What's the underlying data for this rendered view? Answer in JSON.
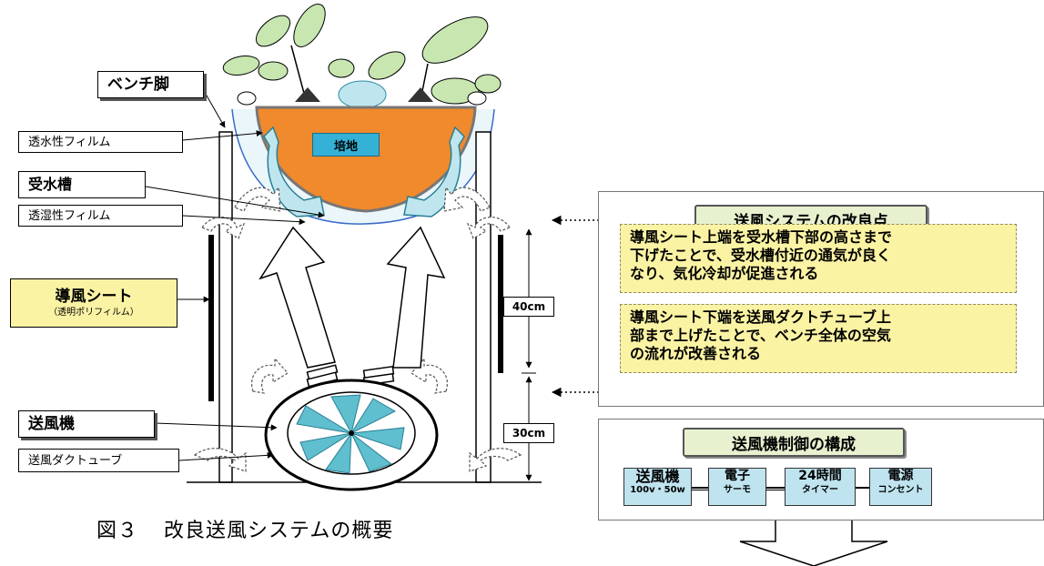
{
  "diagram": {
    "labels": {
      "bench_leg": "ベンチ脚",
      "permeable_film": "透水性フィルム",
      "water_tank": "受水槽",
      "moisture_film": "透湿性フィルム",
      "guide_sheet": "導風シート",
      "guide_sheet_sub": "（透明ポリフィルム）",
      "fan": "送風機",
      "duct_tube": "送風ダクトューブ",
      "medium": "培地"
    },
    "measurements": {
      "upper": "40cm",
      "lower": "30cm"
    },
    "caption": {
      "number": "図３",
      "title": "改良送風システムの概要"
    }
  },
  "improvements": {
    "title": "送風システムの改良点",
    "notes": [
      {
        "lines": [
          "導風シート上端を受水槽下部の高さまで",
          "下げたことで、受水槽付近の通気が良く",
          "なり、気化冷却が促進される"
        ]
      },
      {
        "lines": [
          "導風シート下端を送風ダクトチューブ上",
          "部まで上げたことで、ベンチ全体の空気",
          "の流れが改善される"
        ]
      }
    ]
  },
  "control": {
    "title": "送風機制御の構成",
    "components": [
      {
        "title": "送風機",
        "sub": "100v・50w"
      },
      {
        "title": "電子",
        "sub": "サーモ"
      },
      {
        "title": "24時間",
        "sub": "タイマー"
      },
      {
        "title": "電源",
        "sub": "コンセント"
      }
    ]
  },
  "colors": {
    "medium_orange": "#f08a2c",
    "water_blue": "#bfe6ef",
    "leaf_green": "#c8e6b0",
    "label_yellow": "#fbf3a4",
    "panel_green": "#e7f1cf",
    "fan_blade": "#5fbfcf"
  }
}
